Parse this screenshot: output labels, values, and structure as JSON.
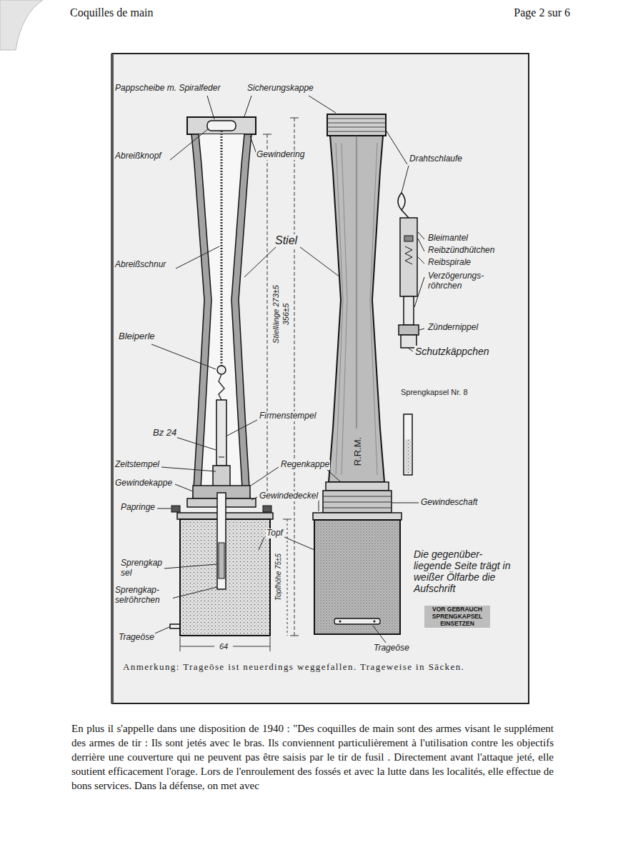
{
  "diagram": {
    "caption": "Anmerkung: Trageöse ist neuerdings weggefallen. Trageweise in Säcken.",
    "labels": [
      "Coquilles de main",
      "Page 2 sur 6",
      "Pappscheibe m. Spiralfeder",
      "Sicherungskappe",
      "Abreißknopf",
      "Gewindering",
      "Drahtschlaufe",
      "Stiel",
      "Abreißschnur",
      "Stiellänge 273±5",
      "356±5",
      "Bleimantel",
      "Reibzündhütchen",
      "Reibspirale",
      "Verzögerungs- röhrchen",
      "Zündernippel",
      "Schutzkäppchen",
      "Bleiperle",
      "Sprengkapsel Nr. 8",
      "Firmenstempel",
      "Bz 24",
      "R.R.M.",
      "Zeitstempel",
      "Regenkappe",
      "Gewindekappe",
      "Gewindedeckel",
      "Gewindeschaft",
      "Papringe",
      "Topf",
      "Die gegenüber- liegende Seite trägt in weißer Ölfarbe die Aufschrift",
      "Topfhöhe 75±5",
      "Sprengkap sel",
      "Sprengkap- selröhrchen",
      "VOR GEBRAUCH SPRENGKAPSEL EINSETZEN",
      "Trageöse",
      "64",
      "Trageöse",
      "En plus il s'appelle dans une disposition de 1940 : \"Des coquilles de main sont des armes visant le supplément des armes de tir : Ils sont jetés avec le bras. Ils conviennent particulièrement à l'utilisation contre les objectifs derrière une couverture qui ne peuvent pas être saisis par le tir de fusil . Directement avant l'attaque jeté, elle soutient efficacement l'orage. Lors de l'enroulement des fossés et avec la lutte dans les localités, elle effectue de bons services. Dans la défense, on met avec"
    ]
  }
}
